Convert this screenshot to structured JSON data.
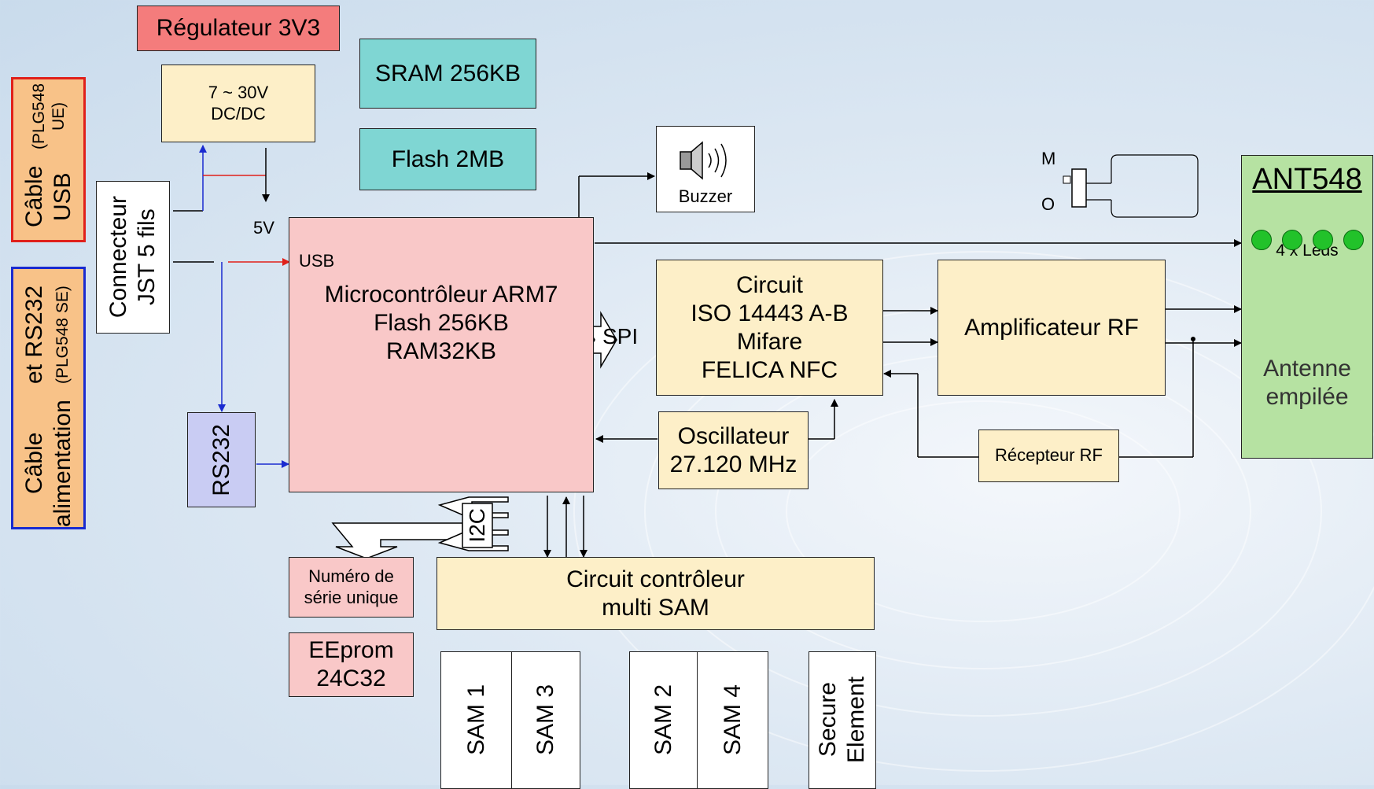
{
  "regulator": {
    "title": "Régulateur 3V3",
    "input_range": "7 ~ 30V",
    "type": "DC/DC",
    "output": "5V"
  },
  "memory": {
    "sram": "SRAM 256KB",
    "flash": "Flash 2MB"
  },
  "buzzer": {
    "label": "Buzzer"
  },
  "switch": {
    "label_m": "M",
    "label_o": "O"
  },
  "antenna": {
    "title": "ANT548",
    "leds": "4 x Leds",
    "caption_line1": "Antenne",
    "caption_line2": "empilée",
    "led_color": "#22c22a"
  },
  "cables": {
    "usb_title": "Câble USB",
    "usb_ref": "(PLG548 UE)",
    "power_title_line1": "Câble alimentation",
    "power_title_line2": "et RS232",
    "power_ref": "(PLG548 SE)"
  },
  "connector": {
    "line1": "Connecteur",
    "line2": "JST 5 fils"
  },
  "mcu": {
    "usb": "USB",
    "line1": "Microcontrôleur ARM7",
    "line2": "Flash 256KB",
    "line3": "RAM32KB"
  },
  "spi": "SPI",
  "i2c": "I2C",
  "rs232": "RS232",
  "nfc": {
    "line1": "Circuit",
    "line2": "ISO 14443 A-B",
    "line3": "Mifare",
    "line4": "FELICA NFC"
  },
  "amplifier": "Amplificateur RF",
  "oscillator": {
    "line1": "Oscillateur",
    "line2": "27.120 MHz"
  },
  "receiver": "Récepteur RF",
  "serial": {
    "line1": "Numéro de",
    "line2": "série unique"
  },
  "eeprom": {
    "line1": "EEprom",
    "line2": "24C32"
  },
  "sam_controller": {
    "line1": "Circuit contrôleur",
    "line2": "multi SAM"
  },
  "slots": {
    "sam1": "SAM 1",
    "sam3": "SAM 3",
    "sam2": "SAM 2",
    "sam4": "SAM 4",
    "secure_line1": "Secure",
    "secure_line2": "Element"
  },
  "colors": {
    "usb_border": "#e0201a",
    "power_border": "#1a2bd0",
    "bus_red": "#e0201a",
    "bus_blue": "#1a2bd0"
  }
}
